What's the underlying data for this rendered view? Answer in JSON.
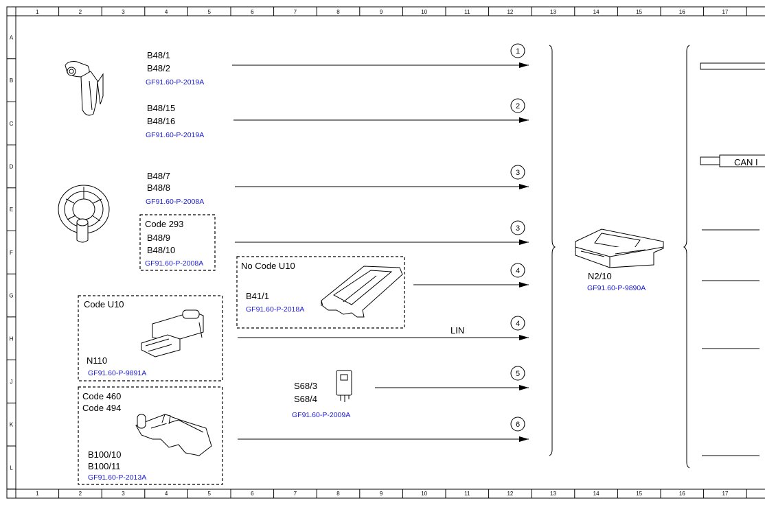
{
  "grid": {
    "columns": [
      "1",
      "2",
      "3",
      "4",
      "5",
      "6",
      "7",
      "8",
      "9",
      "10",
      "11",
      "12",
      "13",
      "14",
      "15",
      "16",
      "17"
    ],
    "rows": [
      "A",
      "B",
      "C",
      "D",
      "E",
      "F",
      "G",
      "H",
      "J",
      "K",
      "L"
    ]
  },
  "signals": [
    {
      "labels": [
        "B48/1",
        "B48/2"
      ],
      "ref": "GF91.60-P-2019A",
      "circle": "1"
    },
    {
      "labels": [
        "B48/15",
        "B48/16"
      ],
      "ref": "GF91.60-P-2019A",
      "circle": "2"
    },
    {
      "labels": [
        "B48/7",
        "B48/8"
      ],
      "ref": "GF91.60-P-2008A",
      "circle": "3"
    },
    {
      "code": "Code 293",
      "labels": [
        "B48/9",
        "B48/10"
      ],
      "ref": "GF91.60-P-2008A",
      "circle": "3"
    },
    {
      "code": "No Code U10",
      "labels": [
        "B41/1"
      ],
      "ref": "GF91.60-P-2018A",
      "circle": "4"
    },
    {
      "code": "Code U10",
      "labels": [
        "N110"
      ],
      "ref": "GF91.60-P-9891A",
      "circle": "4",
      "line_label": "LIN"
    },
    {
      "labels": [
        "S68/3",
        "S68/4"
      ],
      "ref": "GF91.60-P-2009A",
      "circle": "5"
    },
    {
      "codes": [
        "Code 460",
        "Code 494"
      ],
      "labels": [
        "B100/10",
        "B100/11"
      ],
      "ref": "GF91.60-P-2013A",
      "circle": "6"
    }
  ],
  "control_unit": {
    "label": "N2/10",
    "ref": "GF91.60-P-9890A"
  },
  "outputs": {
    "can_label": "CAN I"
  }
}
